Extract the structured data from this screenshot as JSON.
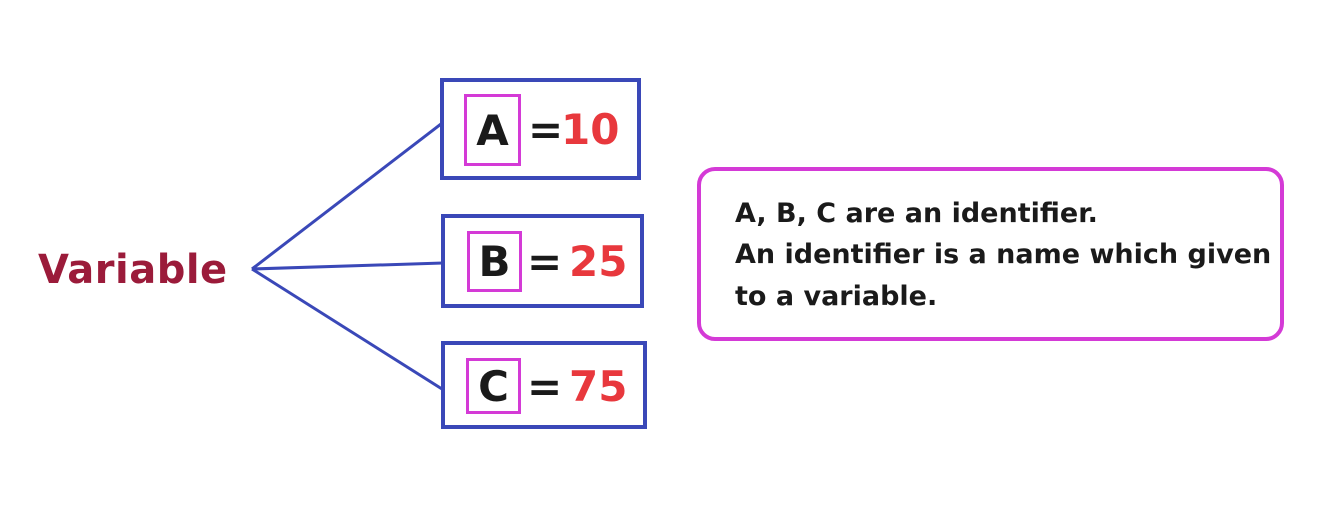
{
  "diagram": {
    "root_label": "Variable",
    "variables": [
      {
        "identifier": "A",
        "equals": "=",
        "value": "10"
      },
      {
        "identifier": "B",
        "equals": "=",
        "value": "25"
      },
      {
        "identifier": "C",
        "equals": "=",
        "value": "75"
      }
    ],
    "note": {
      "lines": [
        "A, B, C are an identifier.",
        "An identifier is a name which given",
        "to a variable."
      ]
    },
    "colors": {
      "root_label": "#9b1b3a",
      "connector": "#3a48b8",
      "variable_box_border": "#3a48b8",
      "identifier_box_border": "#d43ad6",
      "value_text": "#e8383d",
      "note_border": "#d43ad6"
    }
  }
}
